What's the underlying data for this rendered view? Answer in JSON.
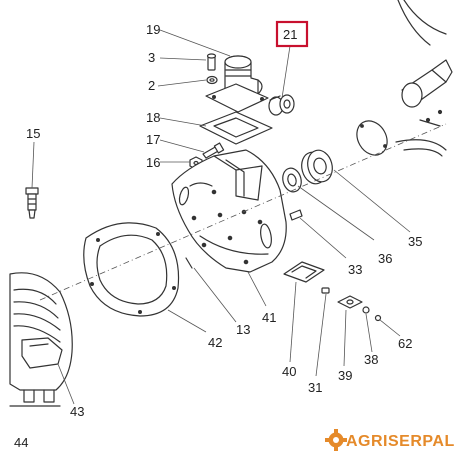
{
  "callouts": {
    "c19": "19",
    "c3": "3",
    "c2": "2",
    "c21": "21",
    "c18": "18",
    "c17": "17",
    "c16": "16",
    "c15": "15",
    "c36": "36",
    "c35": "35",
    "c33": "33",
    "c41": "41",
    "c42": "42",
    "c13": "13",
    "c40": "40",
    "c31": "31",
    "c39": "39",
    "c38": "38",
    "c62": "62",
    "c43": "43",
    "c44": "44"
  },
  "highlight": {
    "label": "21",
    "color": "#c8102e"
  },
  "brand": {
    "name": "AGRISERPAL",
    "color": "#e58a2a",
    "logo": "gear-logo-icon"
  }
}
